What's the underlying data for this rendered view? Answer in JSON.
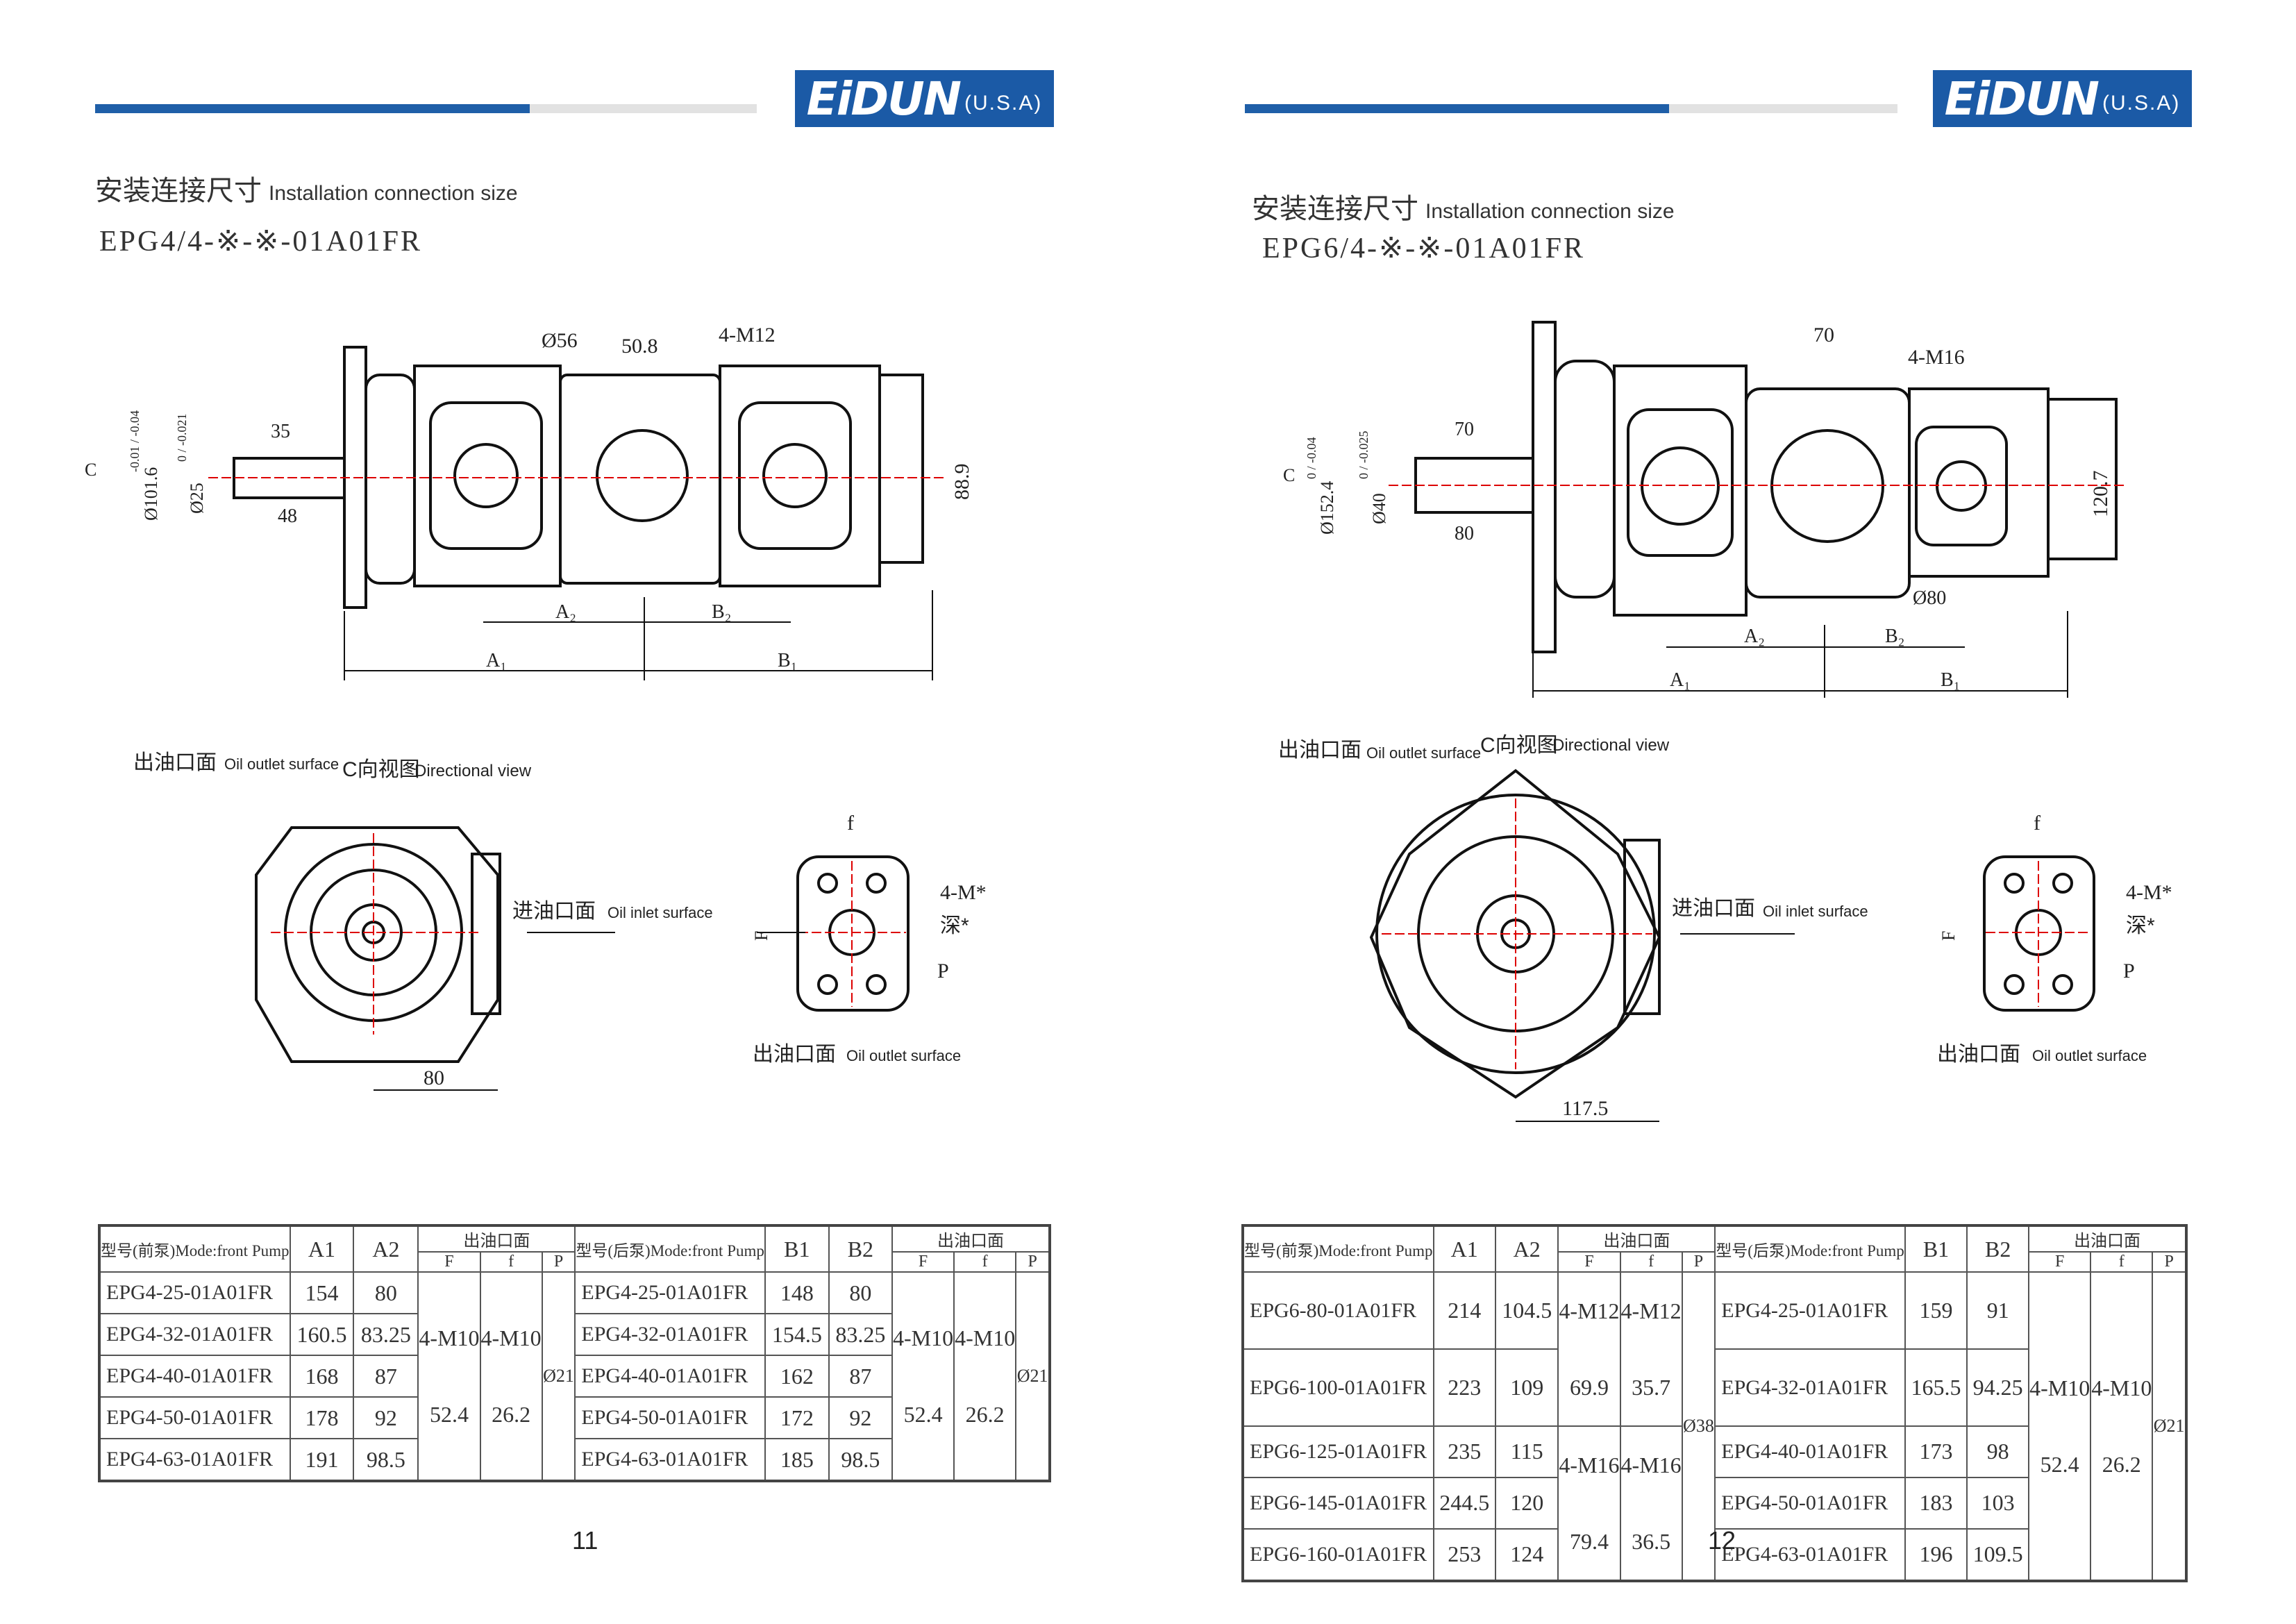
{
  "brand": {
    "name": "EiDUN",
    "suffix": "(U.S.A)",
    "color": "#1b5aa6"
  },
  "pages": [
    {
      "title_cn": "安装连接尺寸",
      "title_en": "Installation connection size",
      "model": "EPG4/4-※-※-01A01FR",
      "page_number": "11",
      "side_view": {
        "d56": "Ø56",
        "d50_8": "50.8",
        "m12": "4-M12",
        "d35": "35",
        "d48": "48",
        "d88_9": "88.9",
        "flange_dia": "Ø101.6",
        "flange_tol": "-0.01 / -0.04",
        "shaft_dia": "Ø25",
        "shaft_tol": "0 / -0.021",
        "c": "C",
        "a1": "A₁",
        "a2": "A₂",
        "b1": "B₁",
        "b2": "B₂"
      },
      "front_view": {
        "outlet_cn": "出油口面",
        "outlet_en": "Oil outlet surface",
        "cview_cn": "C向视图",
        "cview_en": "Directional view",
        "inlet_cn": "进油口面",
        "inlet_en": "Oil inlet surface",
        "dim": "80"
      },
      "flange_view": {
        "f": "f",
        "F": "F",
        "m": "4-M*",
        "depth": "深*",
        "p": "P",
        "outlet_cn": "出油口面",
        "outlet_en": "Oil outlet surface"
      }
    },
    {
      "title_cn": "安装连接尺寸",
      "title_en": "Installation connection size",
      "model": "EPG6/4-※-※-01A01FR",
      "page_number": "12",
      "side_view": {
        "d70_top": "70",
        "m16": "4-M16",
        "d120_7": "120.7",
        "flange_dia": "Ø152.4",
        "flange_tol": "0 / -0.04",
        "shaft_dia": "Ø40",
        "shaft_tol": "0 / -0.025",
        "d70": "70",
        "d80": "80",
        "d_80": "Ø80",
        "c": "C",
        "a1": "A₁",
        "a2": "A₂",
        "b1": "B₁",
        "b2": "B₂"
      },
      "front_view": {
        "outlet_cn": "出油口面",
        "outlet_en": "Oil outlet surface",
        "cview_cn": "C向视图",
        "cview_en": "Directional view",
        "inlet_cn": "进油口面",
        "inlet_en": "Oil inlet surface",
        "dim": "117.5"
      },
      "flange_view": {
        "f": "f",
        "F": "F",
        "m": "4-M*",
        "depth": "深*",
        "p": "P",
        "outlet_cn": "出油口面",
        "outlet_en": "Oil outlet surface"
      }
    }
  ],
  "tables": [
    {
      "headers": {
        "front_model": "型号(前泵)Mode:front Pump",
        "a1": "A1",
        "a2": "A2",
        "outlet": "出油口面",
        "F": "F",
        "f": "f",
        "P": "P",
        "rear_model": "型号(后泵)Mode:front Pump",
        "b1": "B1",
        "b2": "B2",
        "outlet2": "出油口面",
        "F2": "F",
        "f2": "f",
        "P2": "P"
      },
      "rows": [
        {
          "front": "EPG4-25-01A01FR",
          "a1": "154",
          "a2": "80",
          "rear": "EPG4-25-01A01FR",
          "b1": "148",
          "b2": "80"
        },
        {
          "front": "EPG4-32-01A01FR",
          "a1": "160.5",
          "a2": "83.25",
          "rear": "EPG4-32-01A01FR",
          "b1": "154.5",
          "b2": "83.25"
        },
        {
          "front": "EPG4-40-01A01FR",
          "a1": "168",
          "a2": "87",
          "rear": "EPG4-40-01A01FR",
          "b1": "162",
          "b2": "87"
        },
        {
          "front": "EPG4-50-01A01FR",
          "a1": "178",
          "a2": "92",
          "rear": "EPG4-50-01A01FR",
          "b1": "172",
          "b2": "92"
        },
        {
          "front": "EPG4-63-01A01FR",
          "a1": "191",
          "a2": "98.5",
          "rear": "EPG4-63-01A01FR",
          "b1": "185",
          "b2": "98.5"
        }
      ],
      "front_outlet": [
        {
          "span": 5,
          "F": [
            "4-M10",
            "52.4"
          ],
          "f": [
            "4-M10",
            "26.2"
          ]
        }
      ],
      "front_P": "Ø21",
      "rear_outlet": [
        {
          "span": 5,
          "F": [
            "4-M10",
            "52.4"
          ],
          "f": [
            "4-M10",
            "26.2"
          ]
        }
      ],
      "rear_P": "Ø21"
    },
    {
      "headers": {
        "front_model": "型号(前泵)Mode:front Pump",
        "a1": "A1",
        "a2": "A2",
        "outlet": "出油口面",
        "F": "F",
        "f": "f",
        "P": "P",
        "rear_model": "型号(后泵)Mode:front Pump",
        "b1": "B1",
        "b2": "B2",
        "outlet2": "出油口面",
        "F2": "F",
        "f2": "f",
        "P2": "P"
      },
      "rows": [
        {
          "front": "EPG6-80-01A01FR",
          "a1": "214",
          "a2": "104.5",
          "rear": "EPG4-25-01A01FR",
          "b1": "159",
          "b2": "91"
        },
        {
          "front": "EPG6-100-01A01FR",
          "a1": "223",
          "a2": "109",
          "rear": "EPG4-32-01A01FR",
          "b1": "165.5",
          "b2": "94.25"
        },
        {
          "front": "EPG6-125-01A01FR",
          "a1": "235",
          "a2": "115",
          "rear": "EPG4-40-01A01FR",
          "b1": "173",
          "b2": "98"
        },
        {
          "front": "EPG6-145-01A01FR",
          "a1": "244.5",
          "a2": "120",
          "rear": "EPG4-50-01A01FR",
          "b1": "183",
          "b2": "103"
        },
        {
          "front": "EPG6-160-01A01FR",
          "a1": "253",
          "a2": "124",
          "rear": "EPG4-63-01A01FR",
          "b1": "196",
          "b2": "109.5"
        }
      ],
      "front_outlet": [
        {
          "span": 2,
          "F": [
            "4-M12",
            "69.9"
          ],
          "f": [
            "4-M12",
            "35.7"
          ]
        },
        {
          "span": 3,
          "F": [
            "4-M16",
            "79.4"
          ],
          "f": [
            "4-M16",
            "36.5"
          ]
        }
      ],
      "front_P": "Ø38",
      "rear_outlet": [
        {
          "span": 5,
          "F": [
            "4-M10",
            "52.4"
          ],
          "f": [
            "4-M10",
            "26.2"
          ]
        }
      ],
      "rear_P": "Ø21"
    }
  ]
}
